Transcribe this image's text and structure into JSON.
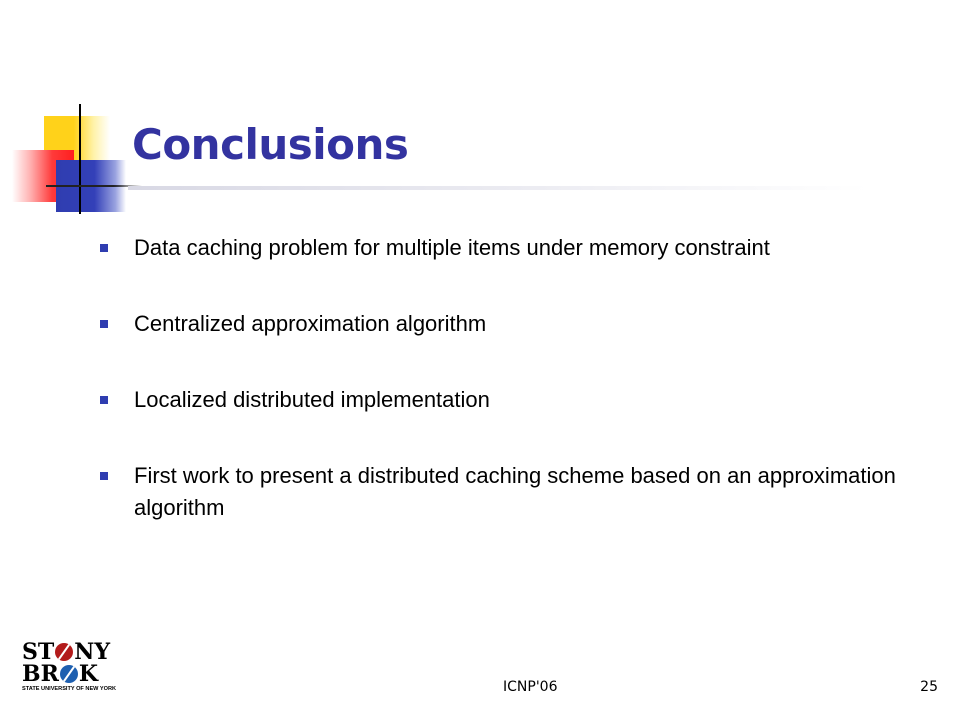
{
  "slide": {
    "title": "Conclusions",
    "bullets": [
      "Data caching problem for multiple items under memory constraint",
      "Centralized approximation algorithm",
      "Localized distributed implementation",
      "First work to present a distributed caching scheme based on an approximation algorithm"
    ]
  },
  "footer": {
    "center_text": "ICNP'06",
    "page_number": "25",
    "logo": {
      "line1": "ST NY",
      "line2": "BR  K",
      "subtitle": "STATE UNIVERSITY OF NEW YORK"
    }
  },
  "colors": {
    "title": "#3333a0",
    "bullet_marker": "#2f3db0",
    "accent_yellow": "#ffd21a",
    "accent_red": "#ff2a2a",
    "accent_blue": "#2f3db0",
    "logo_red": "#b31b1b",
    "logo_blue": "#1d5fb0"
  }
}
